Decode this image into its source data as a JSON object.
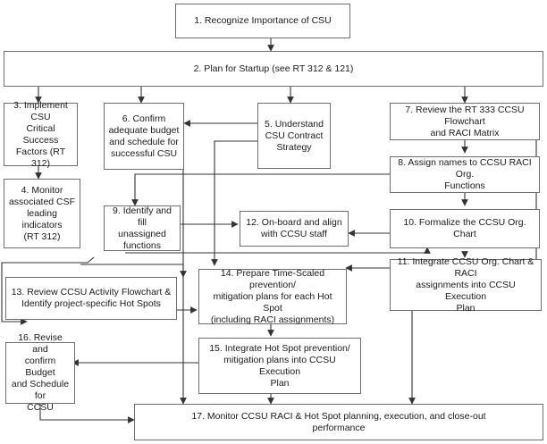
{
  "diagram": {
    "nodes": [
      {
        "id": "n1",
        "label": "1. Recognize Importance of CSU"
      },
      {
        "id": "n2",
        "label": "2. Plan for Startup (see RT 312 & 121)"
      },
      {
        "id": "n3",
        "label": "3. Implement CSU\nCritical Success\nFactors (RT 312)"
      },
      {
        "id": "n4",
        "label": "4. Monitor\nassociated CSF\nleading indicators\n(RT 312)"
      },
      {
        "id": "n5",
        "label": "5. Understand\nCSU Contract\nStrategy"
      },
      {
        "id": "n6",
        "label": "6. Confirm\nadequate budget\nand schedule for\nsuccessful CSU"
      },
      {
        "id": "n7",
        "label": "7. Review the RT 333 CCSU Flowchart\nand RACI Matrix"
      },
      {
        "id": "n8",
        "label": "8. Assign names to CCSU RACI Org.\nFunctions"
      },
      {
        "id": "n9",
        "label": "9. Identify and fill\nunassigned\nfunctions"
      },
      {
        "id": "n10",
        "label": "10. Formalize the CCSU Org. Chart"
      },
      {
        "id": "n11",
        "label": "11. Integrate CCSU Org. Chart & RACI\nassignments into CCSU Execution\nPlan"
      },
      {
        "id": "n12",
        "label": "12. On-board and align\nwith CCSU staff"
      },
      {
        "id": "n13",
        "label": "13. Review CCSU Activity Flowchart &\nIdentify project-specific Hot Spots"
      },
      {
        "id": "n14",
        "label": "14. Prepare Time-Scaled prevention/\nmitigation plans for each Hot Spot\n(including RACI assignments)"
      },
      {
        "id": "n15",
        "label": "15. Integrate Hot Spot prevention/\nmitigation plans into CCSU Execution\nPlan"
      },
      {
        "id": "n16",
        "label": "16. Revise and\nconfirm Budget\nand Schedule for\nCCSU"
      },
      {
        "id": "n17",
        "label": "17. Monitor CCSU RACI & Hot Spot planning, execution, and close-out\nperformance"
      }
    ]
  }
}
